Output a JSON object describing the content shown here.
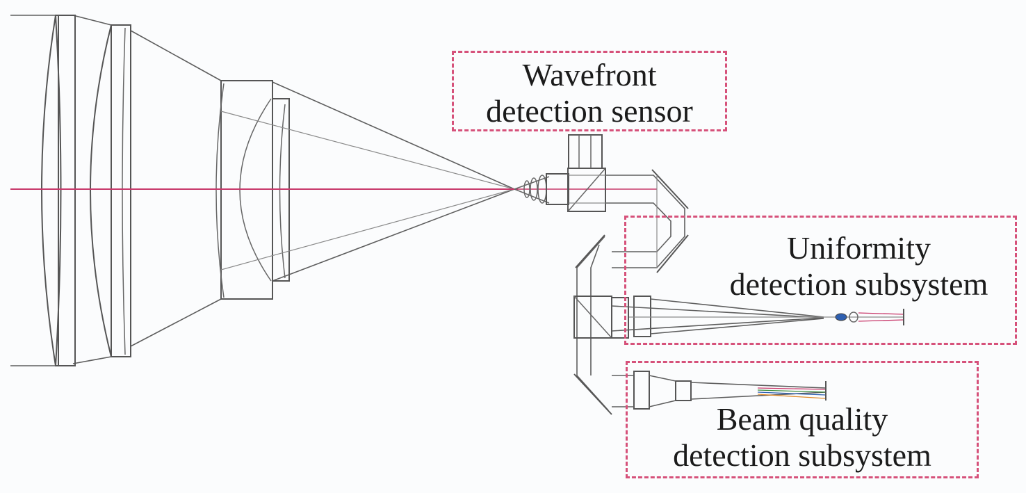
{
  "colors": {
    "background": "#fbfcfd",
    "callout_border": "#d6517a",
    "optical_axis": "#c8386a",
    "lens_stroke": "#555555",
    "ray_stroke": "#5e5e5e",
    "spectrum": [
      "#c8386a",
      "#e08a2a",
      "#3a8a3a",
      "#2e5fb0"
    ]
  },
  "callouts": {
    "wavefront": {
      "line1": "Wavefront",
      "line2": "detection sensor"
    },
    "uniformity": {
      "line1": "Uniformity",
      "line2": "detection subsystem"
    },
    "beam_quality": {
      "line1": "Beam quality",
      "line2": "detection subsystem"
    }
  }
}
